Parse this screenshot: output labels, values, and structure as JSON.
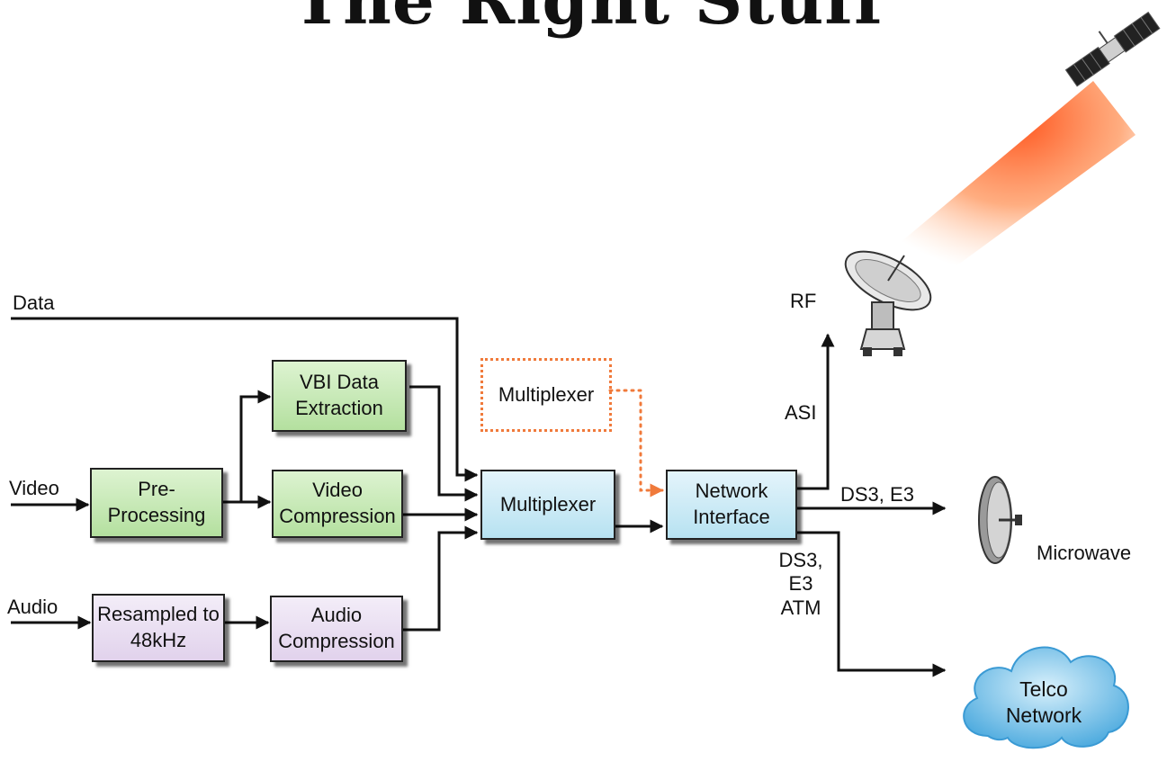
{
  "title": "The Right Stuff",
  "inputs": {
    "data": "Data",
    "video": "Video",
    "audio": "Audio"
  },
  "blocks": {
    "vbi": "VBI Data Extraction",
    "preprocessing": "Pre-Processing",
    "video_compression": "Video Compression",
    "resampled": "Resampled to 48kHz",
    "audio_compression": "Audio Compression",
    "multiplexer": "Multiplexer",
    "multiplexer_optional": "Multiplexer",
    "network_interface": "Network Interface"
  },
  "outputs": {
    "rf": "RF",
    "asi": "ASI",
    "ds3_e3": "DS3, E3",
    "ds3_e3_atm": [
      "DS3,",
      "E3",
      "ATM"
    ],
    "microwave": "Microwave",
    "telco": "Telco Network"
  },
  "colors": {
    "green_block": "#b4e09f",
    "blue_block": "#b7e2f1",
    "purple_block": "#e1d2ec",
    "optional_outline": "#f07a3b",
    "beam": "#ff6a2a",
    "cloud": "#5fb7e8"
  },
  "icons": [
    "satellite-icon",
    "satellite-dish-icon",
    "microwave-antenna-icon",
    "cloud-icon"
  ]
}
